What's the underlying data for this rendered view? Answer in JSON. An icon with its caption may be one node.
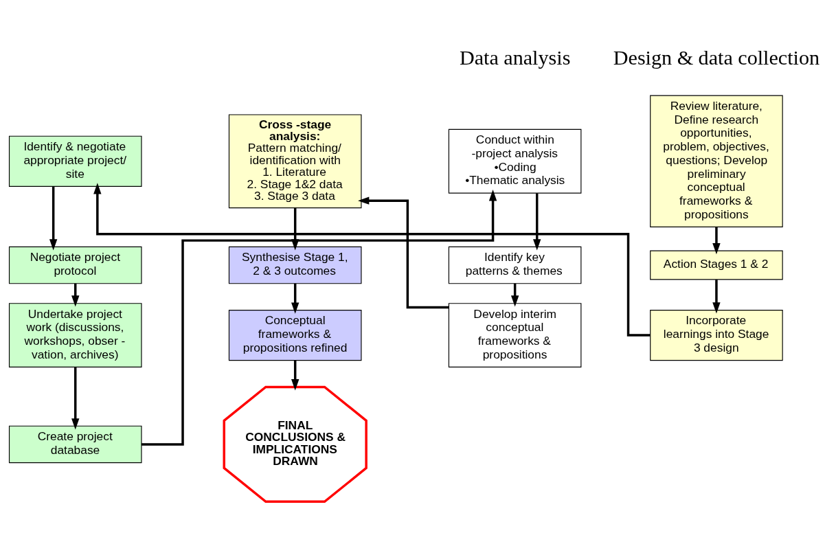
{
  "diagram": {
    "nodes": [
      {
        "text": [
          "Review literature, Define research opportunities, problem, objectives, questions; Develop preliminary conceptual frameworks & propositions"
        ]
      },
      {
        "text": [
          "Action Stages 1 & 2"
        ]
      },
      {
        "text": [
          "Incorporate learnings into Stage 3 design"
        ]
      },
      {
        "text": [
          "Identify & negotiate appropriate project/ site"
        ]
      },
      {
        "text": [
          "Negotiate project protocol"
        ]
      },
      {
        "text": [
          "Undertake project work (discussions, workshops, obser - vation, archives)"
        ]
      },
      {
        "text": [
          "Create project database"
        ]
      },
      {
        "text": [
          "Conduct within -project analysis",
          "•Coding",
          "•Thematic analysis"
        ]
      },
      {
        "text": [
          "Identify key patterns & themes"
        ]
      },
      {
        "text": [
          "Develop interim conceptual frameworks & propositions"
        ]
      },
      {
        "text": [
          "Cross -stage analysis:",
          "Pattern matching/ identification with",
          "1. Literature",
          "2. Stage 1&2 data",
          "3. Stage 3 data"
        ]
      },
      {
        "text": [
          "Synthesise Stage 1, 2 & 3 outcomes"
        ]
      },
      {
        "text": [
          "Conceptual frameworks & propositions refined"
        ]
      },
      {
        "text": [
          "FINAL CONCLUSIONS & IMPLICATIONS DRAWN"
        ]
      }
    ],
    "edges": [
      {
        "from": 0,
        "to": 1,
        "arrow": "to"
      },
      {
        "from": 1,
        "to": 2,
        "arrow": "to"
      },
      {
        "from": 2,
        "to": 3,
        "arrow": "to"
      },
      {
        "from": 3,
        "to": 4,
        "arrow": "to"
      },
      {
        "from": 4,
        "to": 5,
        "arrow": "to"
      },
      {
        "from": 5,
        "to": 6,
        "arrow": "to"
      },
      {
        "from": 6,
        "to": 7,
        "arrow": "to"
      },
      {
        "from": 7,
        "to": 8,
        "arrow": "to"
      },
      {
        "from": 8,
        "to": 9,
        "arrow": "to"
      },
      {
        "from": 9,
        "to": 10,
        "arrow": "to"
      },
      {
        "from": 10,
        "to": 11,
        "arrow": "to"
      },
      {
        "from": 11,
        "to": 12,
        "arrow": "to"
      },
      {
        "from": 12,
        "to": 13,
        "arrow": "to"
      }
    ],
    "labels": [
      "Design & data collection",
      "Data analysis"
    ]
  }
}
